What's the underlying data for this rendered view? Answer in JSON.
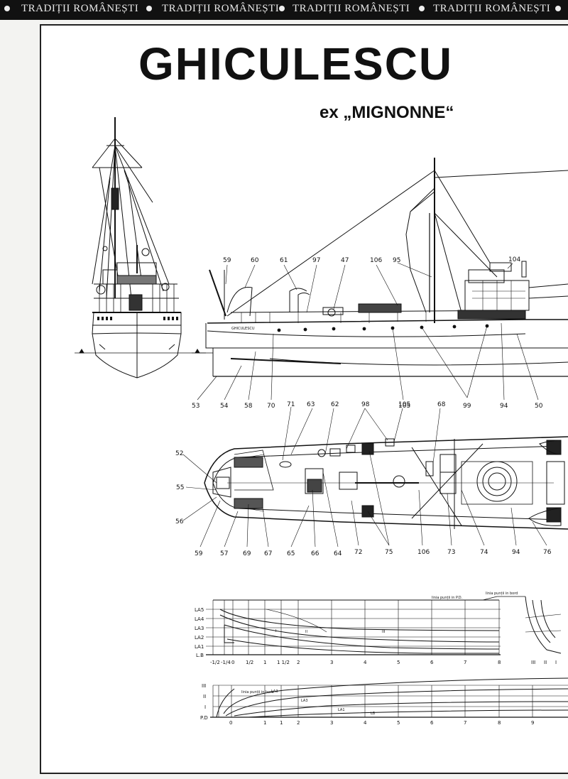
{
  "banner": {
    "items": [
      "TRADIȚII ROMÂNEȘTI",
      "TRADIȚII ROMÂNEȘTI",
      "TRADIȚII ROMÂNEȘTI",
      "TRADIȚII ROMÂNEȘTI"
    ]
  },
  "title": "GHICULESCU",
  "subtitle": "ex „MIGNONNE“",
  "hull_name": "GHICULESCU",
  "profile_callouts": {
    "top": [
      "59",
      "60",
      "61",
      "97",
      "47",
      "106",
      "95",
      "104"
    ],
    "bottom": [
      "53",
      "54",
      "58",
      "70",
      "105",
      "99",
      "94",
      "50"
    ]
  },
  "deck_callouts": {
    "top": [
      "71",
      "63",
      "62",
      "98",
      "105",
      "68"
    ],
    "left": [
      "52",
      "55",
      "56"
    ],
    "bottom": [
      "59",
      "57",
      "69",
      "67",
      "65",
      "66",
      "64",
      "72",
      "75",
      "106",
      "73",
      "74",
      "94",
      "76"
    ]
  },
  "waterline_plan": {
    "annotations": [
      "linia punții in P.D.",
      "linia punții in bord"
    ],
    "row_labels": [
      "LA5",
      "LA4",
      "LA3",
      "LA2",
      "LA1",
      "L.B"
    ],
    "station_labels": [
      "-1/2",
      "-1/4",
      "0",
      "1/2",
      "1",
      "1 1/2",
      "2",
      "3",
      "4",
      "5",
      "6",
      "7",
      "8"
    ],
    "section_labels": [
      "III",
      "II",
      "I"
    ],
    "inner_marks": [
      "I",
      "II",
      "III"
    ]
  },
  "body_plan": {
    "row_labels": [
      "III",
      "II",
      "I",
      "P.D"
    ],
    "station_labels": [
      "0",
      "1",
      "1",
      "2",
      "3",
      "4",
      "5",
      "6",
      "7",
      "8",
      "9"
    ],
    "line_labels": [
      "linia punții in bord",
      "LA3",
      "LA1",
      "LB"
    ]
  }
}
